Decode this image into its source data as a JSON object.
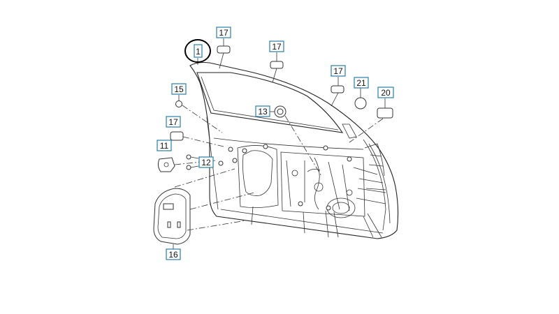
{
  "diagram": {
    "callouts": {
      "c1": "1",
      "c17a": "17",
      "c17b": "17",
      "c17c": "17",
      "c17d": "17",
      "c15": "15",
      "c21": "21",
      "c20": "20",
      "c13": "13",
      "c11": "11",
      "c12": "12",
      "c16": "16"
    },
    "colors": {
      "callout_border": "#2a7fa6",
      "line": "#222222",
      "highlight_circle": "#000000"
    }
  }
}
